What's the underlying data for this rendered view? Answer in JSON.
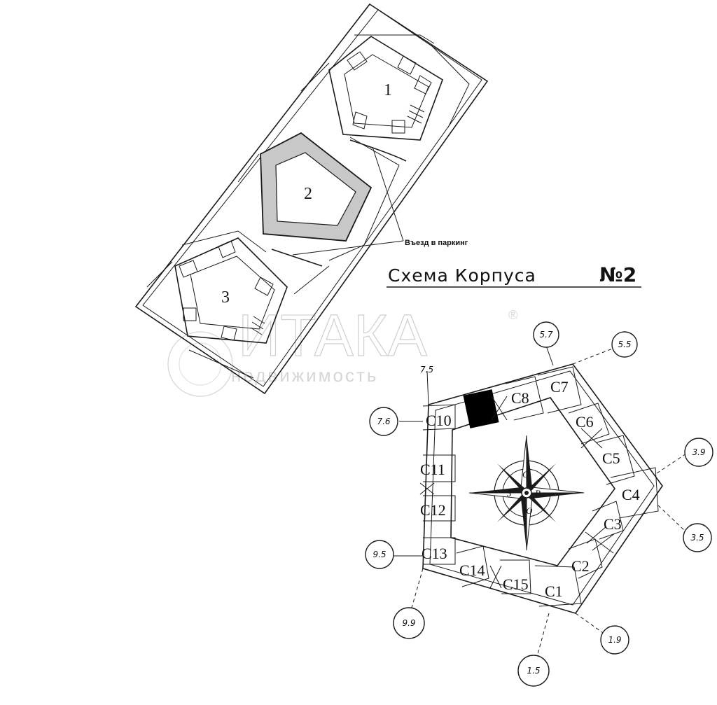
{
  "site_plan": {
    "buildings": [
      "1",
      "2",
      "3"
    ],
    "parking_callout": "Въезд в паркинг"
  },
  "scheme_title": {
    "text": "Схема Корпуса",
    "number": "№2"
  },
  "watermark": {
    "brand": "ИТАКА",
    "registered": "®",
    "tagline": "недвижимость"
  },
  "compass": {
    "north": "С",
    "west": "З",
    "east": "В",
    "south": "Ю"
  },
  "sections": [
    "С1",
    "С2",
    "С3",
    "С4",
    "С5",
    "С6",
    "С7",
    "С8",
    "С10",
    "С11",
    "С12",
    "С13",
    "С14",
    "С15"
  ],
  "markers": [
    "5.7",
    "5.5",
    "7.5",
    "7.6",
    "3.9",
    "3.5",
    "9.5",
    "9.9",
    "1.9",
    "1.5"
  ],
  "colors": {
    "ink": "#1a1a1a",
    "highlight": "#000000",
    "watermark": "#cfcfcf"
  }
}
